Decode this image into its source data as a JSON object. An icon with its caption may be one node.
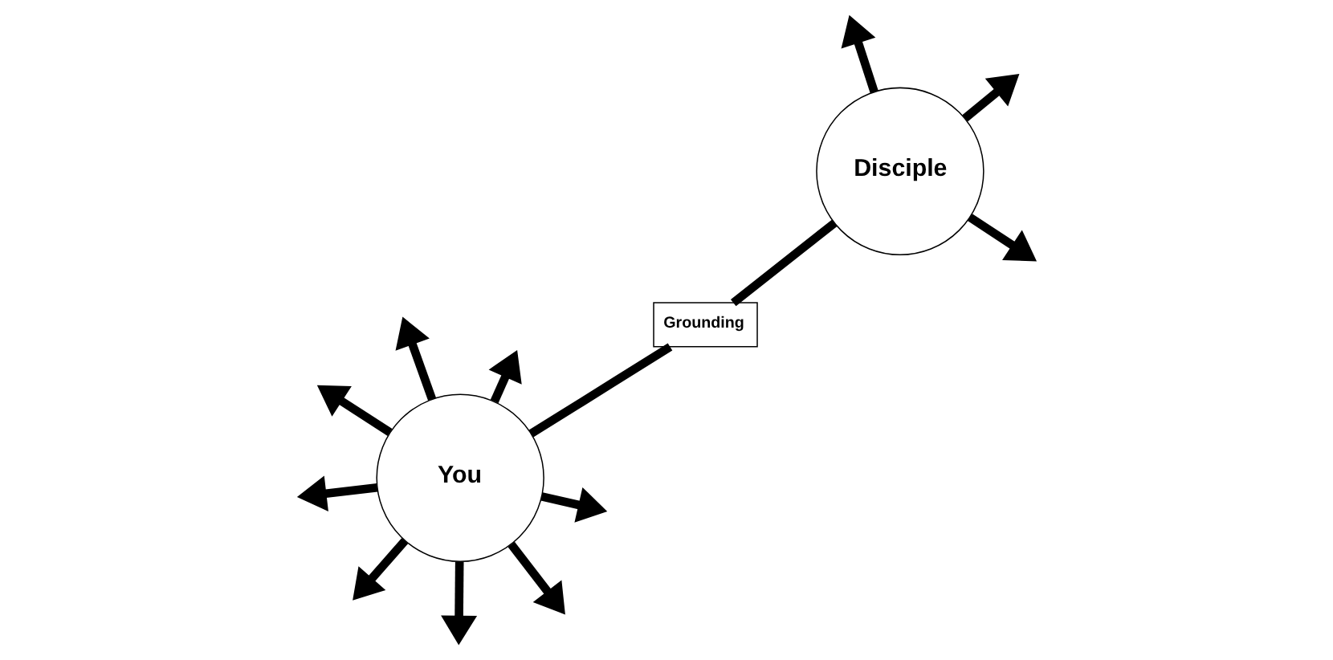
{
  "diagram": {
    "nodes": [
      {
        "text": [
          "You"
        ]
      },
      {
        "text": [
          "Grounding"
        ]
      },
      {
        "text": [
          "Disciple"
        ]
      }
    ],
    "edges": [
      {
        "from": 0,
        "to": 1,
        "arrow": "none"
      },
      {
        "from": 1,
        "to": 2,
        "arrow": "none"
      },
      {
        "from": 0,
        "to": null,
        "arrow": "to"
      },
      {
        "from": 0,
        "to": null,
        "arrow": "to"
      },
      {
        "from": 0,
        "to": null,
        "arrow": "to"
      },
      {
        "from": 0,
        "to": null,
        "arrow": "to"
      },
      {
        "from": 0,
        "to": null,
        "arrow": "to"
      },
      {
        "from": 0,
        "to": null,
        "arrow": "to"
      },
      {
        "from": 0,
        "to": null,
        "arrow": "to"
      },
      {
        "from": 0,
        "to": null,
        "arrow": "to"
      },
      {
        "from": 2,
        "to": null,
        "arrow": "to"
      },
      {
        "from": 2,
        "to": null,
        "arrow": "to"
      },
      {
        "from": 2,
        "to": null,
        "arrow": "to"
      }
    ]
  }
}
